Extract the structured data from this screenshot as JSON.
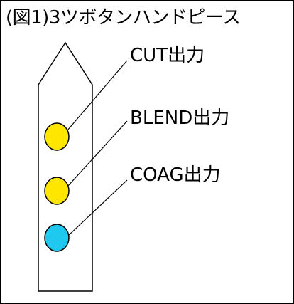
{
  "title": "(図1)3ツボタンハンドピース",
  "labels": {
    "cut": "CUT出力",
    "blend": "BLEND出力",
    "coag": "COAG出力"
  },
  "buttons": [
    {
      "id": "cut",
      "color": "#FFE600"
    },
    {
      "id": "blend",
      "color": "#FFE600"
    },
    {
      "id": "coag",
      "color": "#1EC8EE"
    }
  ],
  "colors": {
    "outline": "#000000",
    "background": "#FFFFFF"
  }
}
